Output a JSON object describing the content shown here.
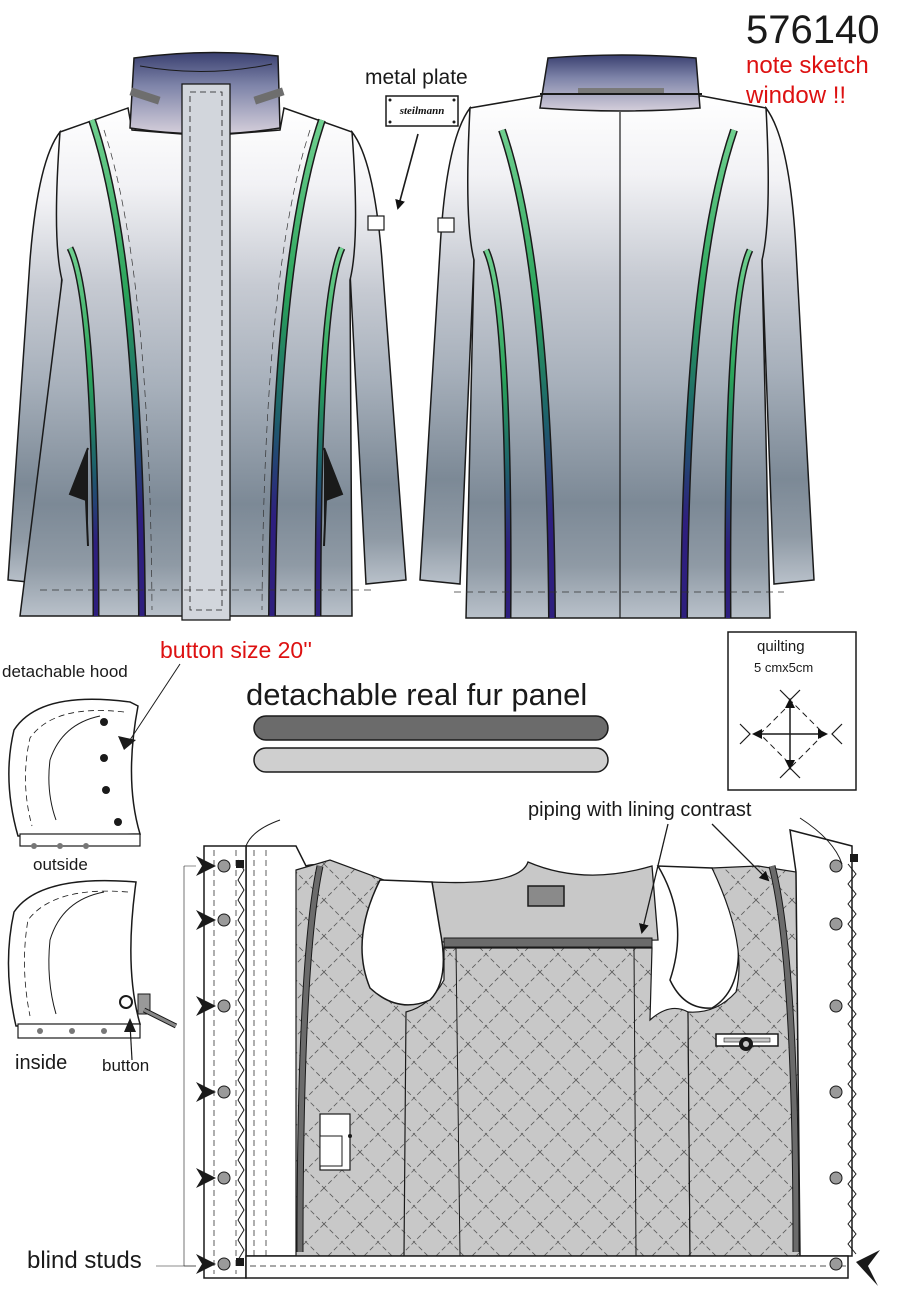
{
  "header": {
    "article_number": "576140",
    "note_line_1": "note sketch",
    "note_line_2": "window !!"
  },
  "labels": {
    "metal_plate": "metal plate",
    "plate_logo": "steilmann",
    "button_size": "button size 20''",
    "detachable_hood": "detachable hood",
    "detachable_fur_panel": "detachable real fur panel",
    "quilting": "quilting",
    "quilting_size": "5 cmx5cm",
    "piping": "piping with lining contrast",
    "outside": "outside",
    "inside": "inside",
    "button": "button",
    "blind_studs": "blind studs"
  },
  "colors": {
    "piping_green": "#3cb46a",
    "piping_purple": "#2e1f7e",
    "fur_dark": "#6b6b6b",
    "fur_light": "#cfcfcf",
    "lining": "#c8c8c8",
    "outline": "#1a1a1a",
    "note_red": "#dd1111"
  },
  "icons": {
    "plate": "metal-plate-icon",
    "arrow": "pointer-arrow-icon",
    "stud": "stud-icon",
    "toggle": "toggle-button-icon"
  }
}
